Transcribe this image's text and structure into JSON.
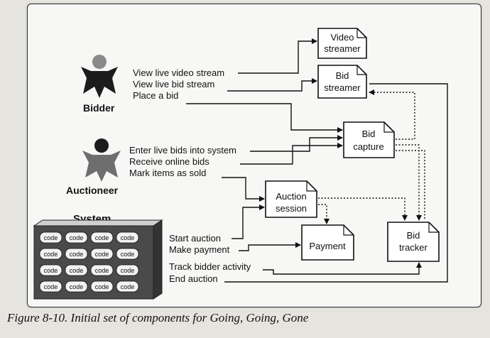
{
  "caption": "Figure 8-10. Initial set of components for Going, Going, Gone",
  "actors": {
    "bidder": "Bidder",
    "auctioneer": "Auctioneer",
    "system": "System"
  },
  "bidder_actions": [
    "View live video stream",
    "View live bid stream",
    "Place a bid"
  ],
  "auctioneer_actions": [
    "Enter live bids into system",
    "Receive online bids",
    "Mark items as sold"
  ],
  "system_actions": [
    "Start auction",
    "Make payment",
    "Track bidder activity",
    "End auction"
  ],
  "system_block_label": "code",
  "components": {
    "video_streamer": [
      "Video",
      "streamer"
    ],
    "bid_streamer": [
      "Bid",
      "streamer"
    ],
    "bid_capture": [
      "Bid",
      "capture"
    ],
    "auction_session": [
      "Auction",
      "session"
    ],
    "payment": [
      "Payment"
    ],
    "bid_tracker": [
      "Bid",
      "tracker"
    ]
  },
  "colors": {
    "ink": "#111111",
    "component_fill": "#ffffff",
    "system_fill": "#4a4a4a",
    "bidder_head": "#8a8a8a"
  }
}
